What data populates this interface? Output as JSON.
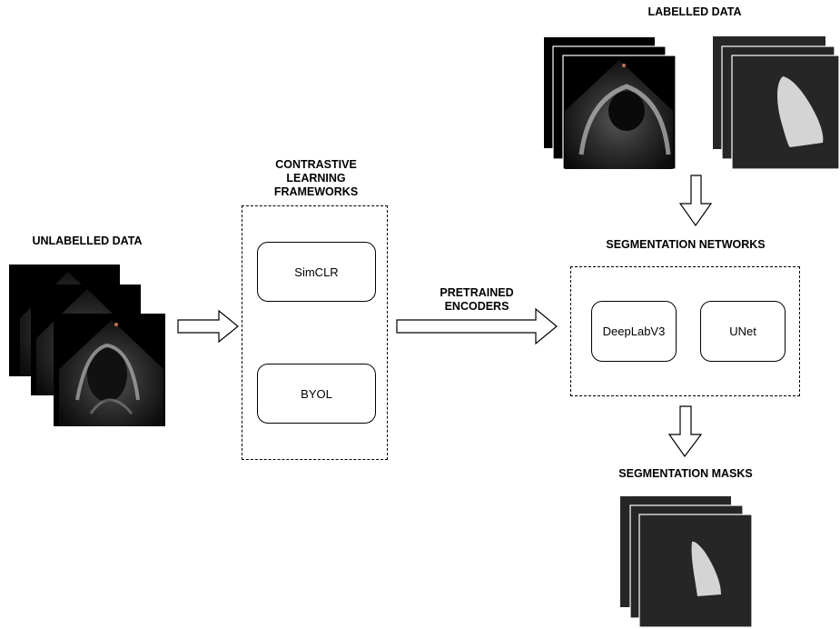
{
  "labels": {
    "unlabelled": "UNLABELLED DATA",
    "contrastive": [
      "CONTRASTIVE",
      "LEARNING",
      "FRAMEWORKS"
    ],
    "pretrained": [
      "PRETRAINED",
      "ENCODERS"
    ],
    "labelled": "LABELLED DATA",
    "seg_networks": "SEGMENTATION NETWORKS",
    "seg_masks": "SEGMENTATION MASKS"
  },
  "frameworks": [
    "SimCLR",
    "BYOL"
  ],
  "networks": [
    "DeepLabV3",
    "UNet"
  ],
  "colors": {
    "mask_background": "#262626",
    "mask_foreground": "#d4d4d4",
    "ultrasound_background": "#000000"
  }
}
